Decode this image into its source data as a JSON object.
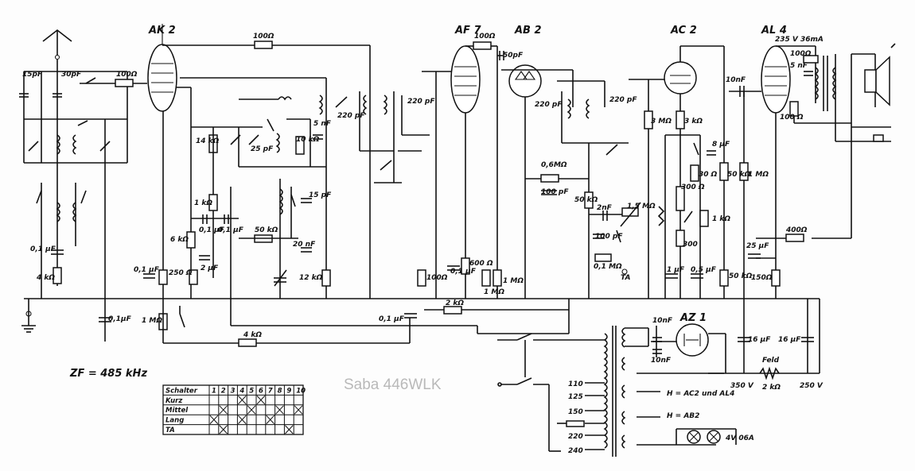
{
  "tubes": {
    "ak2": "AK 2",
    "af7": "AF 7",
    "ab2": "AB 2",
    "ac2": "AC 2",
    "al4": "AL 4",
    "az1": "AZ 1"
  },
  "labels": {
    "zf": "ZF = 485 kHz",
    "watermark": "Saba 446WLK",
    "al4_supply": "235 V 36mA",
    "heater_ac2_al4": "H = AC2 und AL4",
    "heater_ab2": "H = AB2",
    "lamp": "4V 06A",
    "feld": "Feld",
    "feld_r": "2 kΩ",
    "v350": "350 V",
    "v250": "250 V"
  },
  "values": {
    "c15pf": "15pF",
    "c30pf": "30pF",
    "r100_ak2": "100Ω",
    "r100_top": "100Ω",
    "c01_left": "0,1 μF",
    "r4k": "4 kΩ",
    "c01_bottom": "0,1μF",
    "r14k": "14 kΩ",
    "r1k": "1 kΩ",
    "c01a": "0,1 μF",
    "c01b": "0,1 μF",
    "r6k": "6 kΩ",
    "c01_ak2": "0,1 μF",
    "r250": "250 Ω",
    "c2": "2 μF",
    "r1m_ak2": "1 MΩ",
    "r4k_bottom": "4 kΩ",
    "c25pf": "25 pF",
    "r10k": "10 kΩ",
    "c5nf": "5 nF",
    "c15pf_b": "15 pF",
    "r50k": "50 kΩ",
    "c20nf": "20 nF",
    "r12k": "12 kΩ",
    "c220_a": "220 pF",
    "c220_b": "220 pF",
    "r100_af7": "100Ω",
    "c50pf": "50pF",
    "c01_af7": "0,1 μF",
    "r600": "600 Ω",
    "r1m_af7": "1 MΩ",
    "r1m_af7b": "1 MΩ",
    "r100_af7b": "100Ω",
    "r2k": "2 kΩ",
    "c01_mid": "0,1 μF",
    "c220_c": "220 pF",
    "c220_d": "220 pF",
    "r06m": "0,6MΩ",
    "c100pf": "100 pF",
    "r50k_ab2": "50 kΩ",
    "c2nf": "2nF",
    "pot15": "1,5 MΩ",
    "c100pf_b": "100 pF",
    "r01m": "0,1 MΩ",
    "ta": "TA",
    "r3m": "3 MΩ",
    "r3k": "3 kΩ",
    "c8": "8 μF",
    "r30": "30 Ω",
    "r300": "300 Ω",
    "r1k_ac2": "1 kΩ",
    "r300b": "300",
    "c1": "1 μF",
    "c05": "0,5 μF",
    "r50k_b": "50 kΩ",
    "r1m_b": "1 MΩ",
    "r50k_c": "50 kΩ",
    "c25": "25 μF",
    "r150": "150Ω",
    "c10nf": "10nF",
    "r100_al4": "100Ω",
    "c5nf_al4": "5 nF",
    "r100_al4b": "100 Ω",
    "r400": "400Ω",
    "c10nf_az": "10nF",
    "c10nf_az2": "10nF",
    "c16_a": "16 μF",
    "c16_b": "16 μF"
  },
  "taps": [
    "110",
    "125",
    "150",
    "220",
    "240"
  ],
  "switch_table": {
    "header": "Schalter",
    "columns": [
      "1",
      "2",
      "3",
      "4",
      "5",
      "6",
      "7",
      "8",
      "9",
      "10"
    ],
    "rows": [
      {
        "label": "Kurz",
        "marks": [
          false,
          false,
          false,
          true,
          false,
          true,
          false,
          false,
          false,
          false
        ]
      },
      {
        "label": "Mittel",
        "marks": [
          false,
          true,
          false,
          false,
          true,
          false,
          false,
          true,
          false,
          true
        ]
      },
      {
        "label": "Lang",
        "marks": [
          true,
          false,
          false,
          true,
          false,
          false,
          true,
          false,
          false,
          false
        ]
      },
      {
        "label": "TA",
        "marks": [
          false,
          true,
          false,
          false,
          false,
          false,
          false,
          false,
          true,
          false
        ]
      }
    ]
  }
}
